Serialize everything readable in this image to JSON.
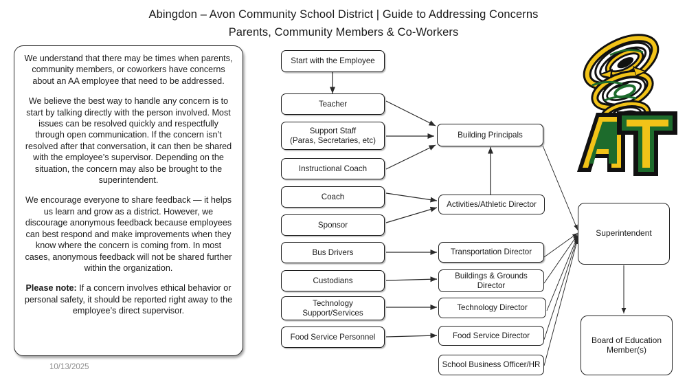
{
  "header": {
    "line1": "Abingdon – Avon Community School District | Guide to Addressing Concerns",
    "line2": "Parents, Community Members & Co-Workers"
  },
  "narrative": {
    "paragraphs": [
      "We understand that there may be times when parents, community members, or coworkers have concerns about an AA employee that need to be addressed.",
      "We believe the best way to handle any concern is to start by talking directly with the person involved. Most issues can be resolved quickly and respectfully through open communication. If the concern isn’t resolved after that conversation, it can then be shared with the employee’s supervisor. Depending on the situation, the concern may also be brought to the superintendent.",
      "We encourage everyone to share feedback — it helps us learn and grow as a district. However, we discourage anonymous feedback because employees can best respond and make improvements when they know where the concern is coming from. In most cases, anonymous feedback will not be shared further within the organization."
    ],
    "note_label": "Please note:",
    "note_text": " If a concern involves ethical behavior or personal safety, it should be reported right away to the employee’s direct supervisor."
  },
  "date_stamp": "10/13/2025",
  "flow": {
    "start": {
      "label": "Start with the Employee"
    },
    "employees": [
      {
        "id": "teacher",
        "label": "Teacher"
      },
      {
        "id": "support-staff",
        "label": "Support Staff\n(Paras, Secretaries, etc)"
      },
      {
        "id": "instructional-coach",
        "label": "Instructional Coach"
      },
      {
        "id": "coach",
        "label": "Coach"
      },
      {
        "id": "sponsor",
        "label": "Sponsor"
      },
      {
        "id": "bus-drivers",
        "label": "Bus Drivers"
      },
      {
        "id": "custodians",
        "label": "Custodians"
      },
      {
        "id": "technology-support",
        "label": "Technology\nSupport/Services"
      },
      {
        "id": "food-service-personnel",
        "label": "Food Service Personnel"
      }
    ],
    "supervisors": [
      {
        "id": "building-principals",
        "label": "Building Principals"
      },
      {
        "id": "activities-athletic-director",
        "label": "Activities/Athletic Director"
      },
      {
        "id": "transportation-director",
        "label": "Transportation Director"
      },
      {
        "id": "buildings-grounds-director",
        "label": "Buildings & Grounds\nDirector"
      },
      {
        "id": "technology-director",
        "label": "Technology Director"
      },
      {
        "id": "food-service-director",
        "label": "Food Service Director"
      },
      {
        "id": "school-business-officer-hr",
        "label": "School Business Officer/HR"
      }
    ],
    "leadership": [
      {
        "id": "superintendent",
        "label": "Superintendent"
      },
      {
        "id": "board-of-education",
        "label": "Board of Education\nMember(s)"
      }
    ]
  },
  "logo": {
    "alt": "Abingdon-Avon Tornadoes mascot logo",
    "letters": "AT",
    "colors": {
      "green": "#1d6b2c",
      "gold": "#f2c318",
      "black": "#111111"
    }
  }
}
